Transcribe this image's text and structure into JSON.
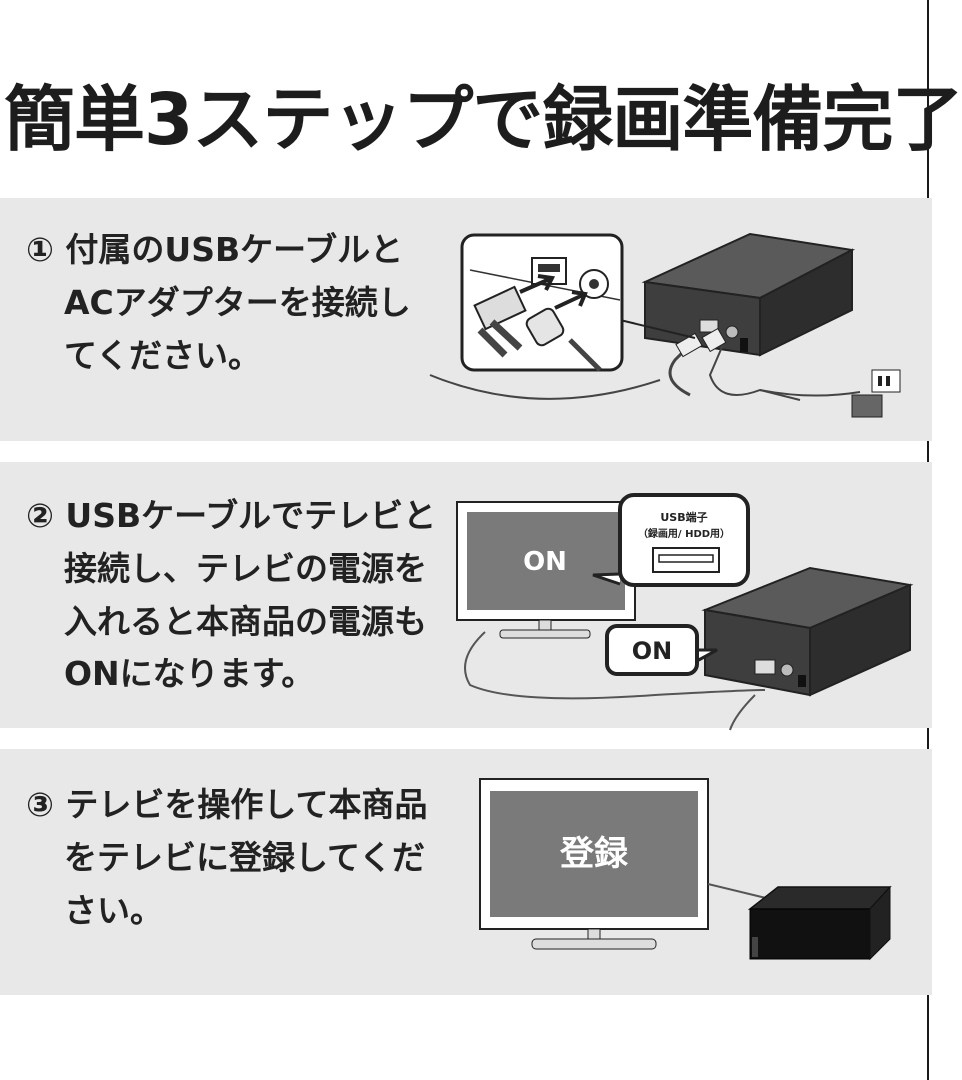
{
  "title": "簡単3ステップで録画準備完了",
  "steps": [
    {
      "lines": [
        "① 付属のUSBケーブルと",
        "ACアダプターを接続し",
        "てください。"
      ]
    },
    {
      "lines": [
        "② USBケーブルでテレビと",
        "接続し、テレビの電源を",
        "入れると本商品の電源も",
        "ONになります。"
      ]
    },
    {
      "lines": [
        "③ テレビを操作して本商品",
        "をテレビに登録してくだ",
        "さい。"
      ]
    }
  ],
  "step2_illustration": {
    "tv_screen_text": "ON",
    "device_bubble_text": "ON",
    "port_callout_line1": "USB端子",
    "port_callout_line2": "（録画用/ HDD用）"
  },
  "step3_illustration": {
    "tv_screen_text": "登録"
  }
}
